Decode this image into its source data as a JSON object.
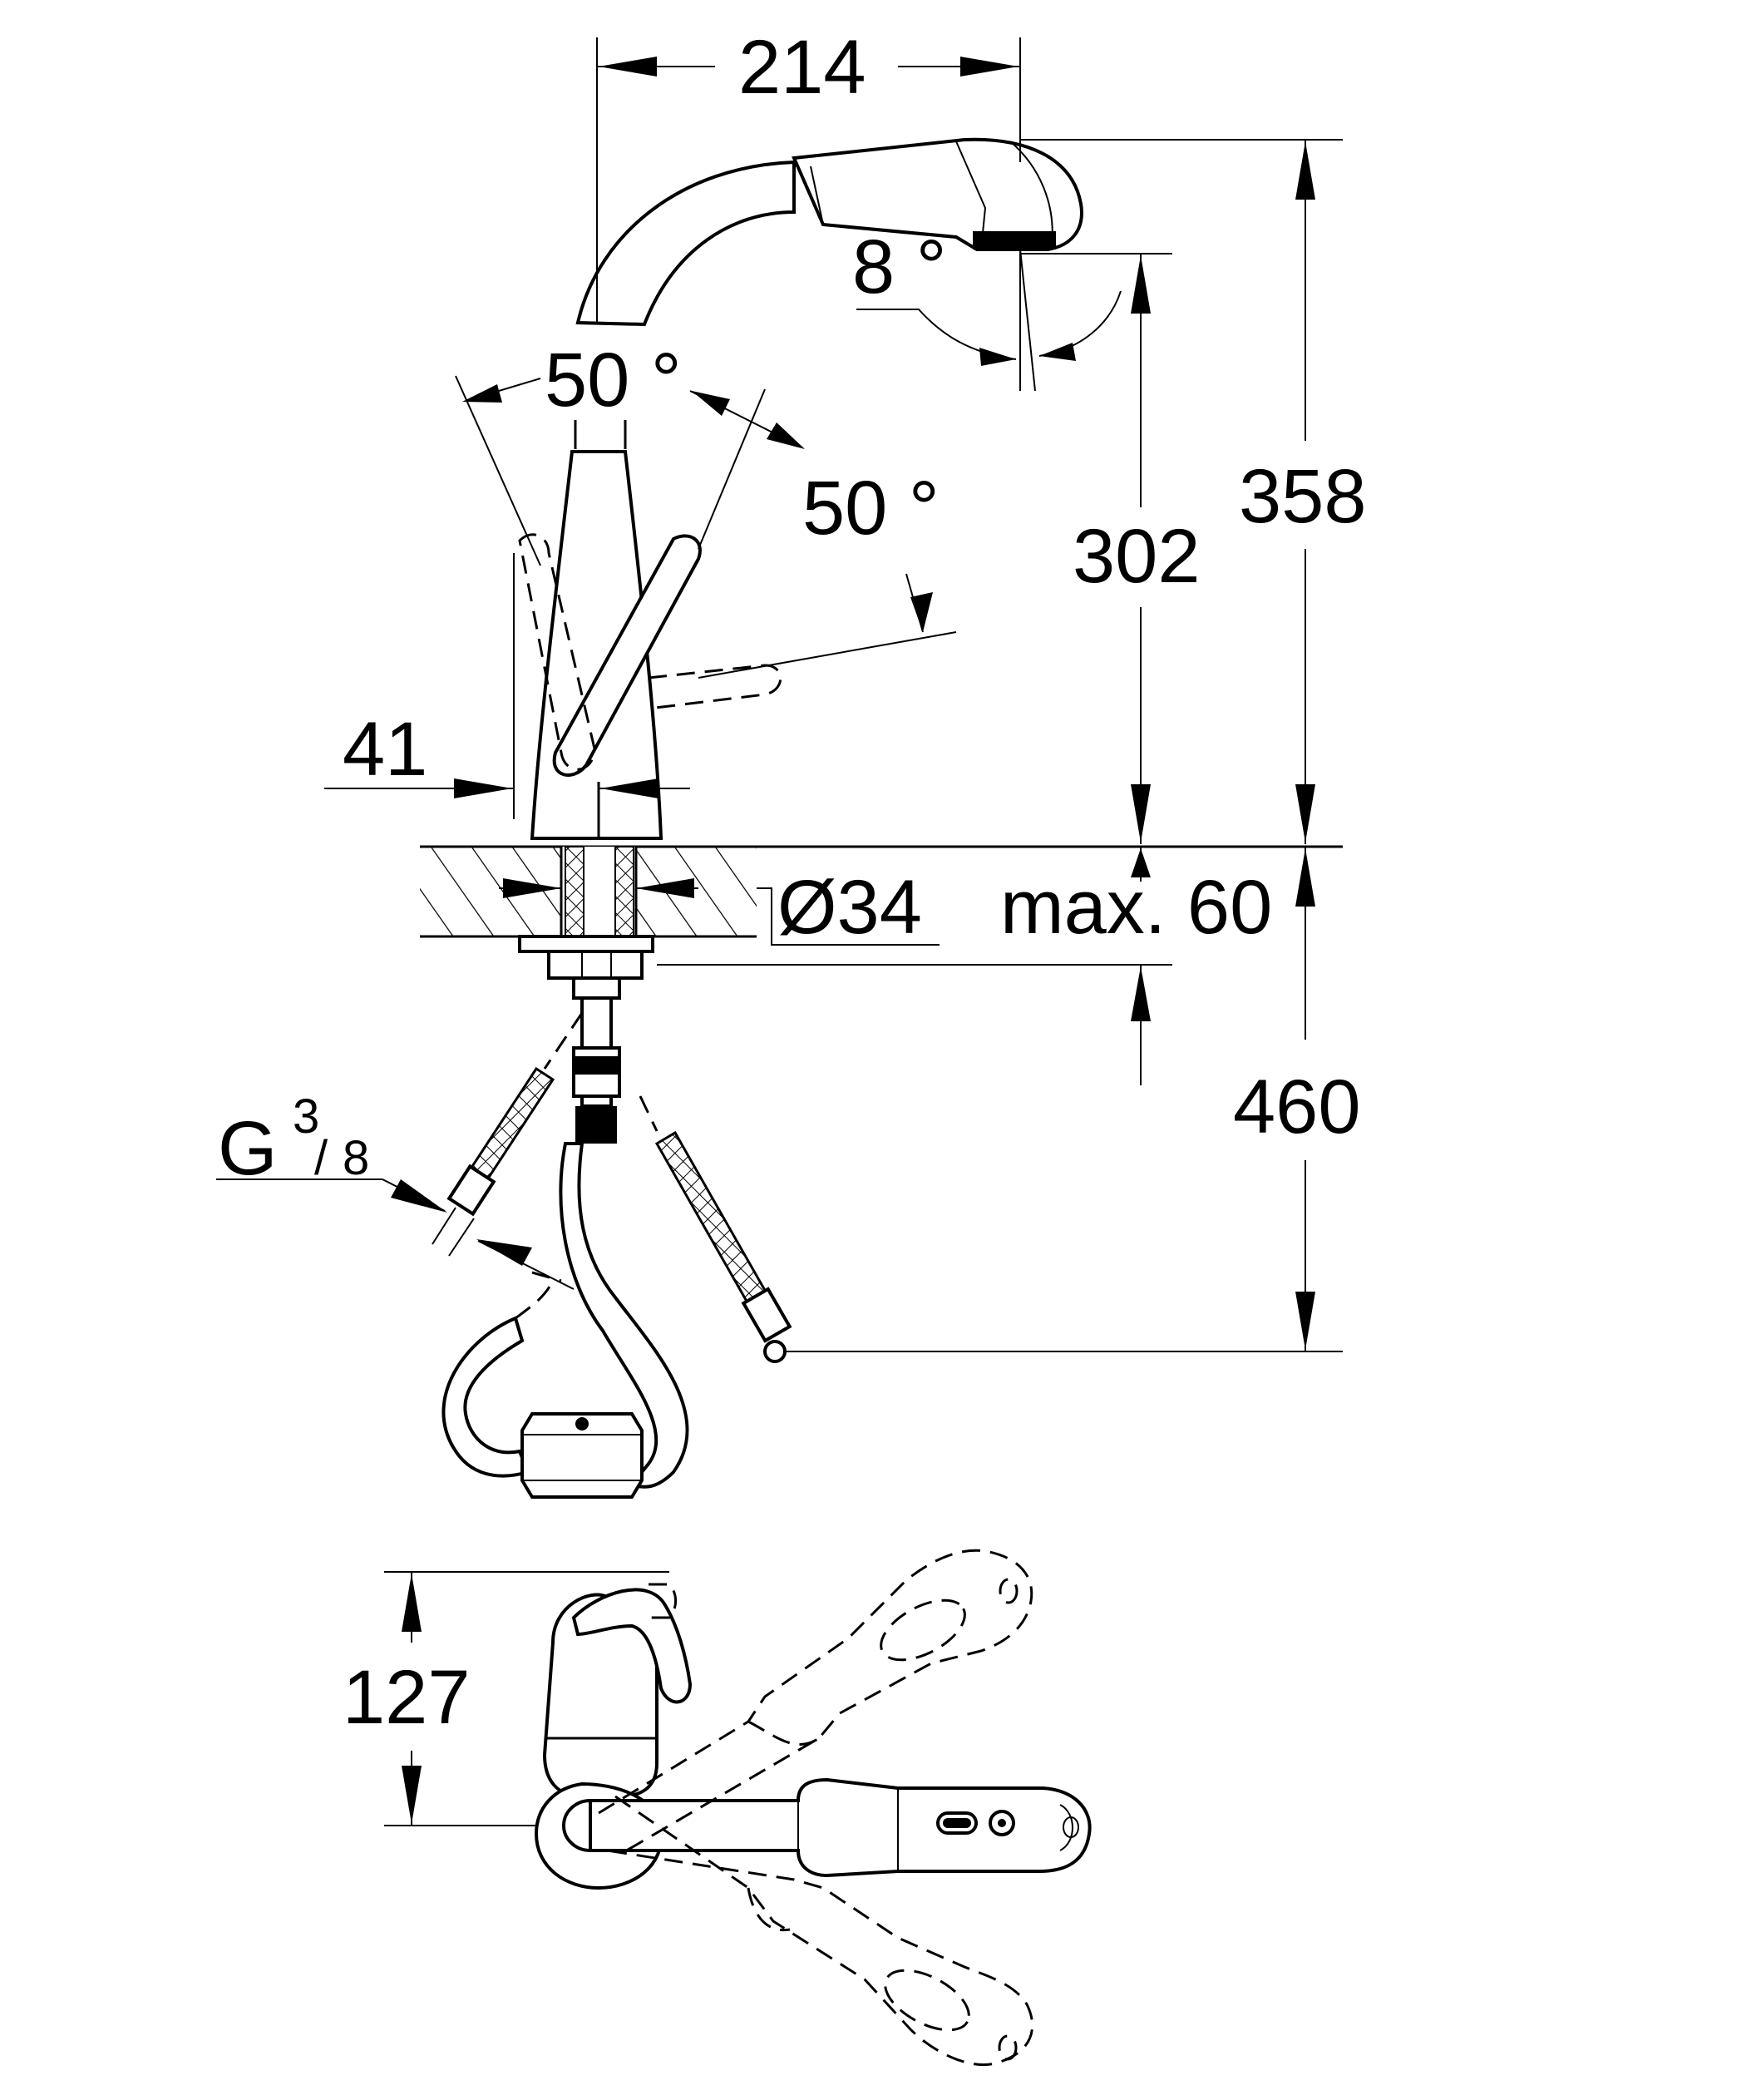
{
  "dimensions": {
    "width_top": "214",
    "handle_angle_left": "50 °",
    "handle_angle_right": "50 °",
    "spray_angle": "8 °",
    "outlet_height": "302",
    "total_height": "358",
    "handle_offset": "41",
    "hole_diameter": "Ø34",
    "deck_thickness": "max. 60",
    "hose_length": "460",
    "connection_thread_main": "G",
    "connection_thread_num": "3",
    "connection_thread_den": "8",
    "plan_depth": "127"
  },
  "colors": {
    "line": "#000000",
    "background": "#ffffff"
  }
}
